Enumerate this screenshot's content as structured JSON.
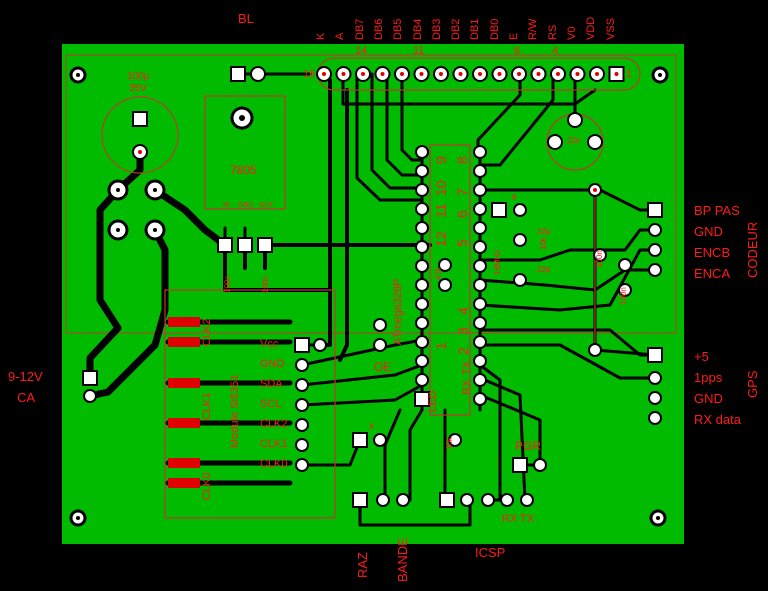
{
  "top_labels": {
    "bl": "BL",
    "lcd_pins": [
      "K",
      "A",
      "DB7",
      "DB6",
      "DB5",
      "DB4",
      "DB3",
      "DB2",
      "DB1",
      "DB0",
      "E",
      "R/W",
      "RS",
      "V0",
      "VDD",
      "VSS"
    ],
    "pin_numbers": {
      "p16": "16",
      "p14": "14",
      "p11": "11",
      "p6": "6",
      "p4": "4",
      "p1": "1"
    }
  },
  "components": {
    "cap_main": {
      "value": "100µ",
      "voltage": "35V"
    },
    "regulator": {
      "name": "7805",
      "pins": [
        "IN",
        "GND",
        "OUT"
      ]
    },
    "mcu": {
      "name": "ATmega328P",
      "pin_marks": [
        "9",
        "8",
        "10",
        "7",
        "11",
        "6",
        "12",
        "5",
        "2",
        "3",
        "1",
        "4"
      ],
      "labels": [
        "RX",
        "TX",
        "LED"
      ]
    },
    "module": {
      "name": "Module Si5351",
      "clk_labels": [
        "CLK2",
        "CLK1",
        "CLK0"
      ],
      "pins": [
        "Vcc",
        "GND",
        "SDA",
        "SCL",
        "CLK2",
        "CLK1",
        "CLK0"
      ]
    },
    "small_labels": {
      "oe": "OE",
      "pgr": "PGR",
      "rxtx": "RX TX",
      "x": "x",
      "mark_8": "8",
      "mark_22_a": "22p",
      "mark_22_b": "22p",
      "c22": "22n",
      "r10k": "10k",
      "c100n_a": "100n",
      "c100n_b": "100n",
      "c100n_c": "100n",
      "c100n_d": "100n",
      "r47": "47k",
      "xtal": "16MHz",
      "r10": "10k"
    }
  },
  "right_labels": {
    "codeur": {
      "lines": [
        "BP PAS",
        "GND",
        "ENCB",
        "ENCA"
      ],
      "title": "CODEUR"
    },
    "gps": {
      "lines": [
        "+5",
        "1pps",
        "GND",
        "RX data"
      ],
      "title": "GPS"
    }
  },
  "left_labels": {
    "power": "9-12V",
    "ca": "CA"
  },
  "bottom_labels": {
    "raz": "RAZ",
    "bande": "BANDE",
    "icsp": "ICSP"
  },
  "colors": {
    "board": "#00bb00",
    "copper": "#000000",
    "silk": "#e00000",
    "pad": "#ffffff",
    "background": "#000000"
  }
}
